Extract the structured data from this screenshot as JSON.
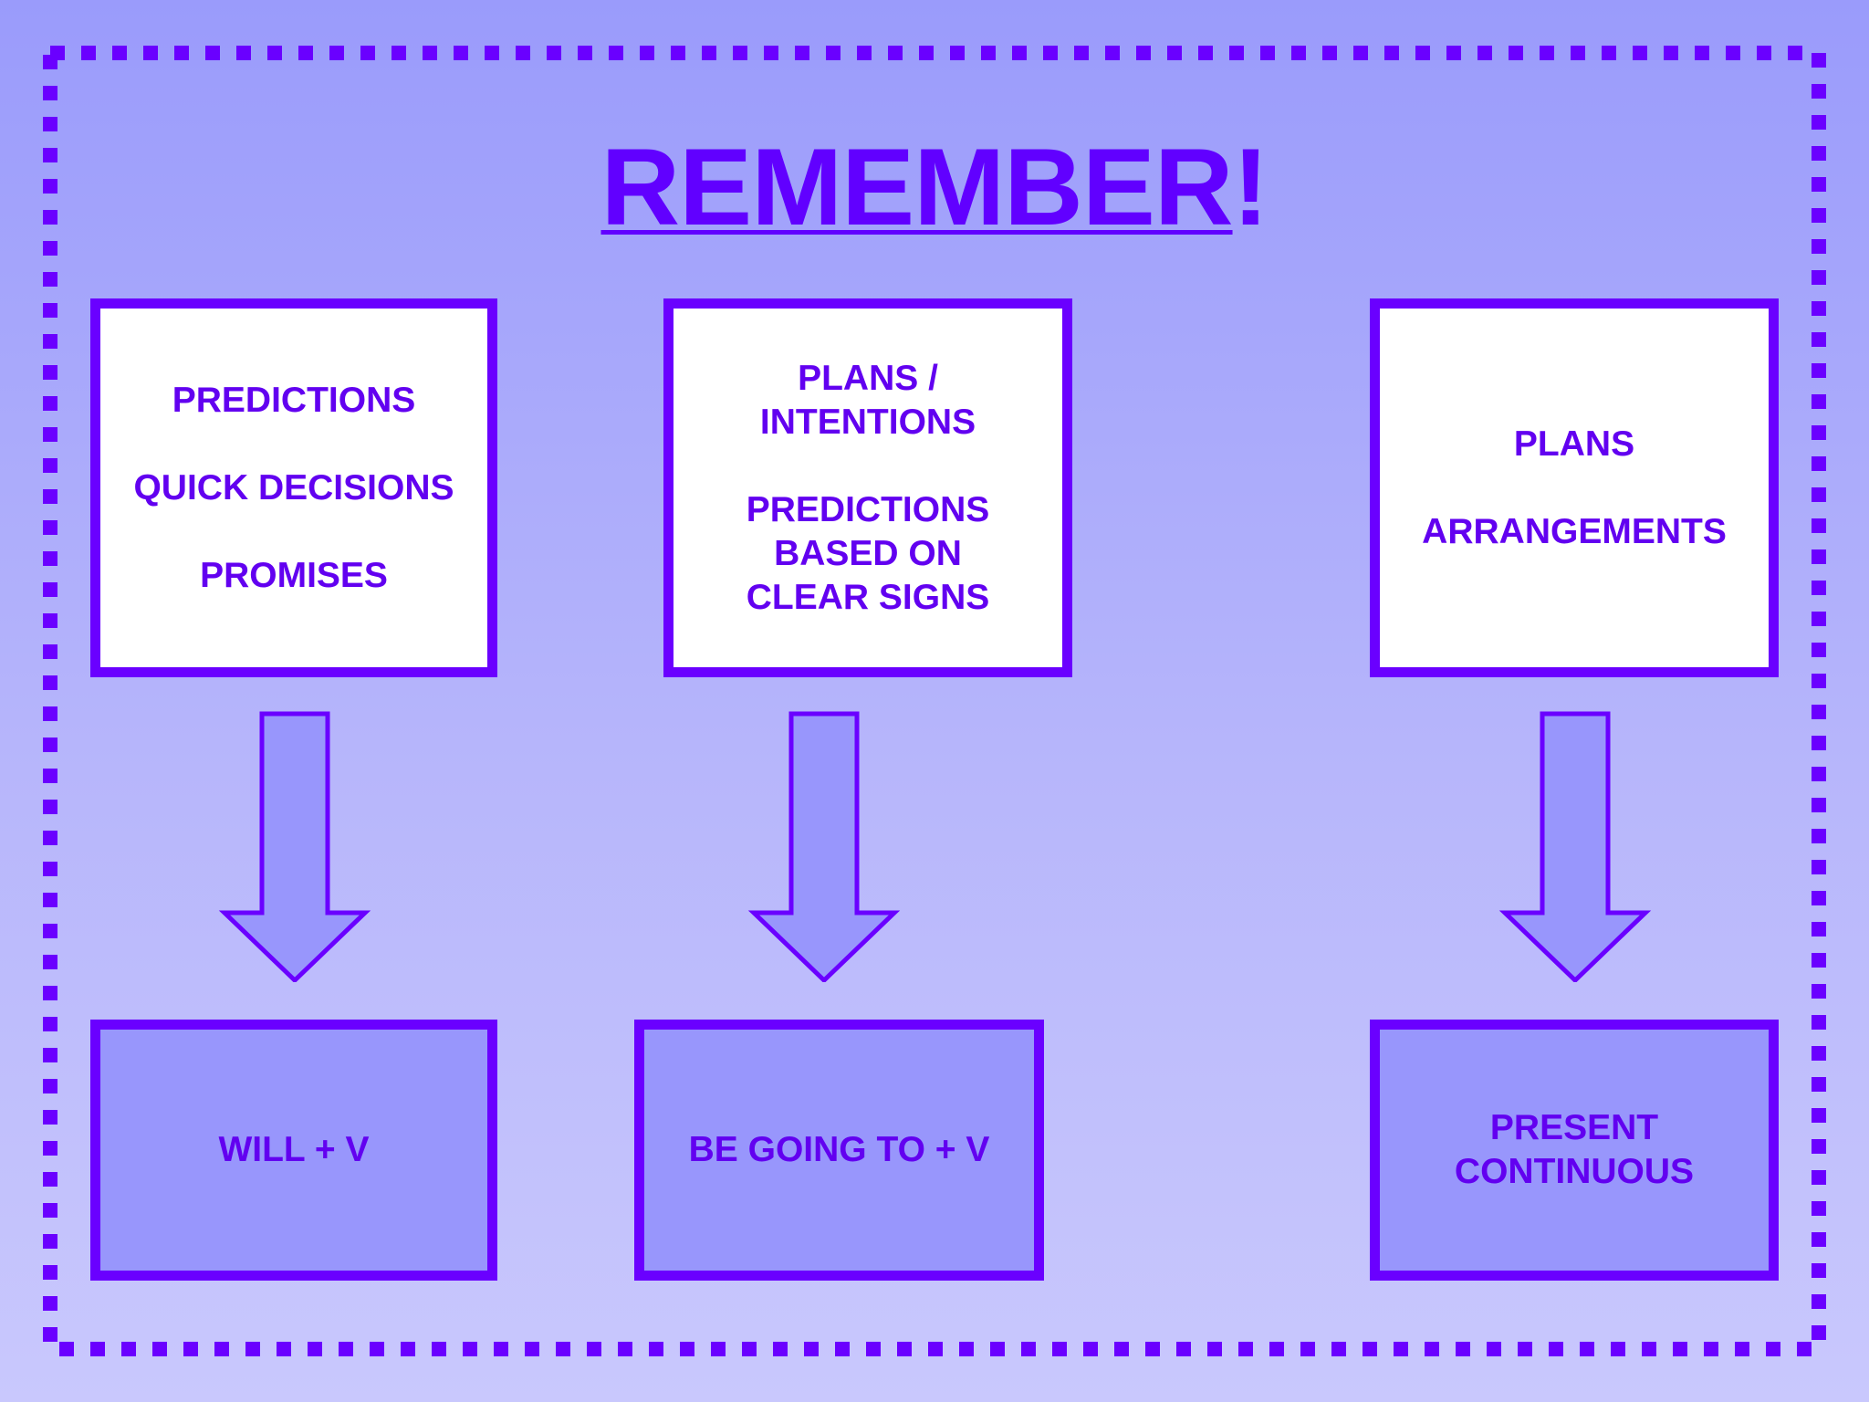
{
  "title": {
    "word": "REMEMBER",
    "mark": "!"
  },
  "colors": {
    "accent": "#6a00ff",
    "text": "#6200f0",
    "box_top_fill": "#ffffff",
    "box_bottom_fill": "#9896fc",
    "background": "#a9a8fb"
  },
  "columns": [
    {
      "uses": [
        [
          "PREDICTIONS"
        ],
        [
          "QUICK DECISIONS"
        ],
        [
          "PROMISES"
        ]
      ],
      "form": [
        "WILL + V"
      ]
    },
    {
      "uses": [
        [
          "PLANS /",
          "INTENTIONS"
        ],
        [
          "PREDICTIONS",
          "BASED ON",
          "CLEAR SIGNS"
        ]
      ],
      "form": [
        "BE GOING TO + V"
      ]
    },
    {
      "uses": [
        [
          "PLANS"
        ],
        [
          "ARRANGEMENTS"
        ]
      ],
      "form": [
        "PRESENT",
        "CONTINUOUS"
      ]
    }
  ]
}
